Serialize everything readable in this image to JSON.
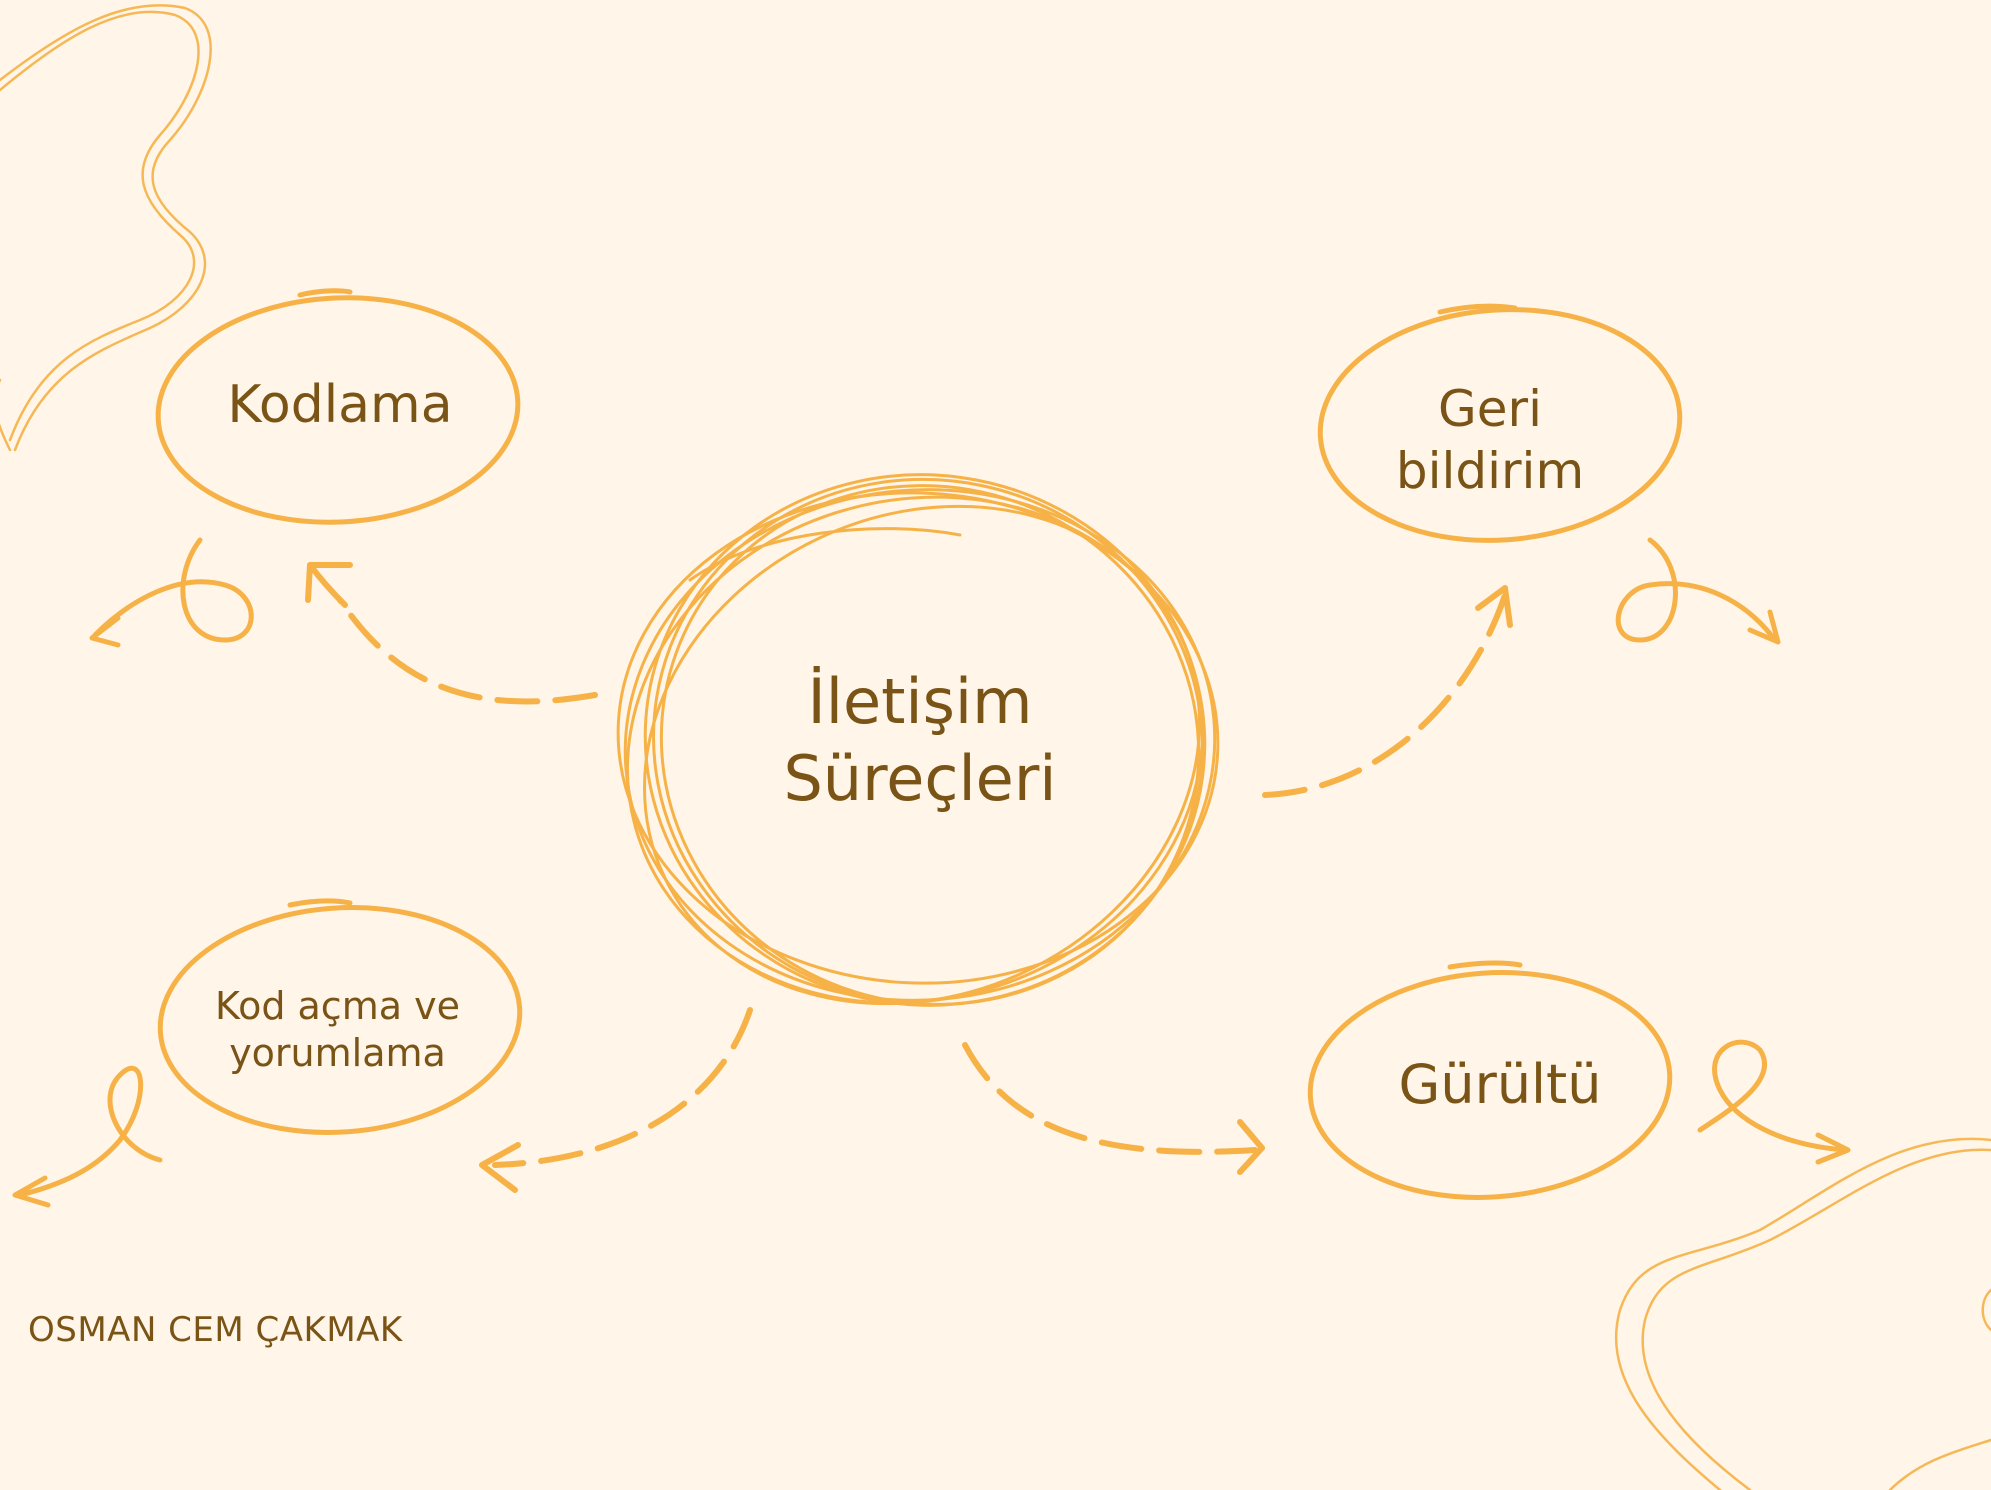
{
  "center": {
    "line1": "İletişim",
    "line2": "Süreçleri"
  },
  "nodes": {
    "kodlama": "Kodlama",
    "geri_bildirim": {
      "line1": "Geri",
      "line2": "bildirim"
    },
    "kod_acma": {
      "line1": "Kod açma ve",
      "line2": "yorumlama"
    },
    "gurultu": "Gürültü"
  },
  "author": "OSMAN CEM ÇAKMAK",
  "colors": {
    "background": "#FFF5E8",
    "stroke": "#F6B247",
    "text": "#7A5416"
  }
}
